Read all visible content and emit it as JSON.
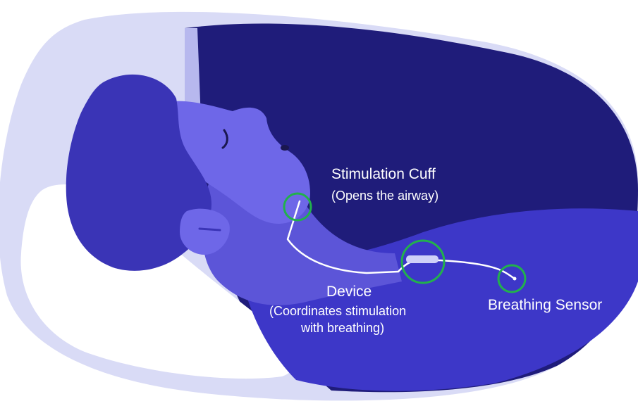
{
  "colors": {
    "background": "#ffffff",
    "blob_outer": "#d9dbf6",
    "night_bg": "#1f1c7a",
    "skin": "#6e67e8",
    "hair": "#3a34b6",
    "pillow": "#ffffff",
    "blanket": "#3d37c8",
    "wire": "#ffffff",
    "highlight_ring": "#22b14c",
    "label_text": "#ffffff"
  },
  "labels": {
    "stimulation_cuff": {
      "title": "Stimulation Cuff",
      "subtitle": "(Opens the airway)"
    },
    "device": {
      "title": "Device",
      "subtitle_line1": "(Coordinates stimulation",
      "subtitle_line2": "with breathing)"
    },
    "breathing_sensor": {
      "title": "Breathing Sensor"
    }
  }
}
